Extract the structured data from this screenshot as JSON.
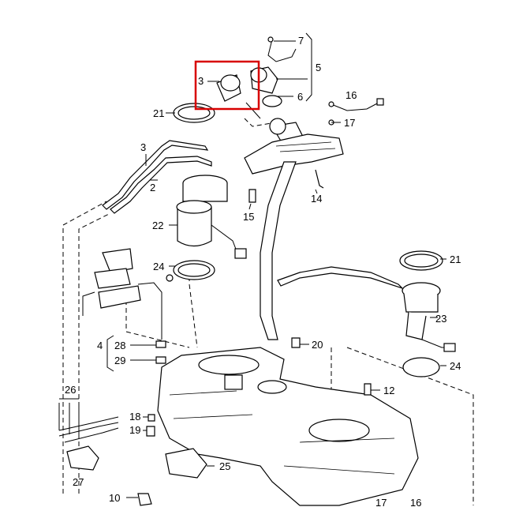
{
  "callouts": {
    "c7": "7",
    "c5": "5",
    "c3_top": "3",
    "c6": "6",
    "c16_top": "16",
    "c17_top": "17",
    "c21_left": "21",
    "c3_mid": "3",
    "c2": "2",
    "c14": "14",
    "c15": "15",
    "c22": "22",
    "c24_left": "24",
    "c21_right": "21",
    "c23": "23",
    "c4": "4",
    "c28": "28",
    "c29": "29",
    "c20": "20",
    "c24_right": "24",
    "c12": "12",
    "c26": "26",
    "c18": "18",
    "c19": "19",
    "c25": "25",
    "c27": "27",
    "c10": "10",
    "c17_bot": "17",
    "c16_bot": "16"
  },
  "highlight_color": "#d80000"
}
